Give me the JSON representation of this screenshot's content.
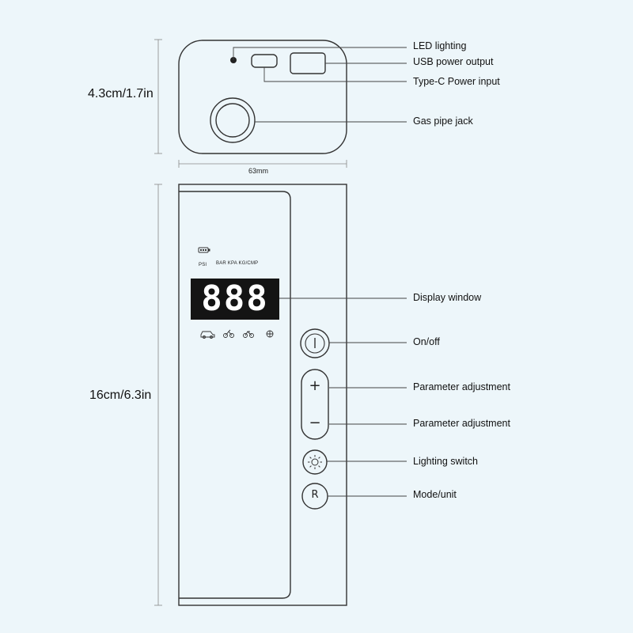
{
  "labels": {
    "led": "LED lighting",
    "usb": "USB power output",
    "typec": "Type-C Power input",
    "gas": "Gas pipe jack",
    "display": "Display window",
    "onoff": "On/off",
    "param_plus": "Parameter adjustment",
    "param_minus": "Parameter adjustment",
    "lighting": "Lighting switch",
    "mode": "Mode/unit"
  },
  "dimensions": {
    "top_height": "4.3cm/1.7in",
    "width": "63mm",
    "body_height": "16cm/6.3in"
  },
  "display": {
    "digits": "888",
    "unit_psi": "PSI",
    "units_other": "BAR KPA KG/CMP"
  },
  "buttons": {
    "plus": "+",
    "minus": "−",
    "mode": "R"
  },
  "colors": {
    "background": "#edf6fa",
    "outline": "#333333",
    "display_bg": "#141414"
  }
}
